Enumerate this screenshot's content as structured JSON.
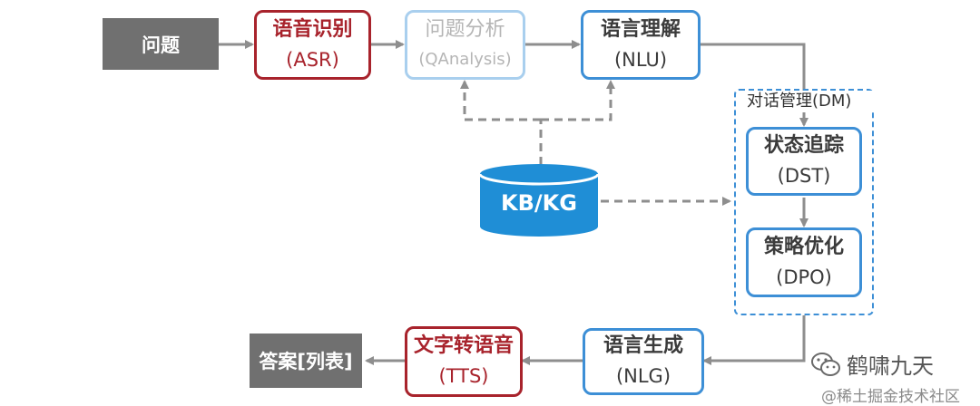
{
  "nodes": {
    "question": "问题",
    "asr": {
      "title": "语音识别",
      "abbr": "(ASR)"
    },
    "qanalysis": {
      "title": "问题分析",
      "abbr": "(QAnalysis)"
    },
    "nlu": {
      "title": "语言理解",
      "abbr": "(NLU)"
    },
    "kb": "KB/KG",
    "dm": "对话管理(DM)",
    "dst": {
      "title": "状态追踪",
      "abbr": "(DST)"
    },
    "dpo": {
      "title": "策略优化",
      "abbr": "(DPO)"
    },
    "nlg": {
      "title": "语言生成",
      "abbr": "(NLG)"
    },
    "tts": {
      "title": "文字转语音",
      "abbr": "(TTS)"
    },
    "answer": "答案[列表]"
  },
  "watermark": {
    "main": "鹤啸九天",
    "sub": "@稀土掘金技术社区"
  },
  "colors": {
    "blue": "#3d8fd6",
    "red": "#a8232c",
    "faded_blue": "#a9cfee",
    "gray": "#707070",
    "arrow": "#8e8e8e",
    "cylinder": "#1f8ed6"
  }
}
